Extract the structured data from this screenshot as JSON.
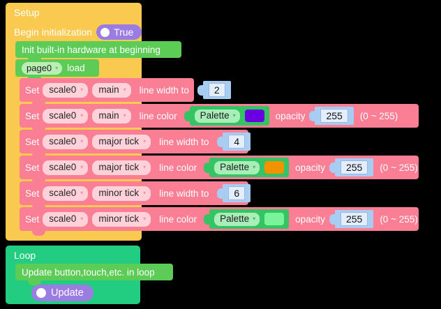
{
  "setup": {
    "title": "Setup",
    "begin_label": "Begin initialization",
    "begin_value": "True",
    "init_block_label": "Init built-in hardware at beginning",
    "page_dropdown": "page0",
    "page_action": "load",
    "rows": [
      {
        "kind": "width",
        "set_label": "Set",
        "target": "scale0",
        "part": "main",
        "property": "line width to",
        "value": "2"
      },
      {
        "kind": "color",
        "set_label": "Set",
        "target": "scale0",
        "part": "main",
        "property": "line color",
        "palette_label": "Palette",
        "swatch_color": "#6a00e0",
        "opacity_label": "opacity",
        "opacity_value": "255",
        "range_hint": "(0 ~ 255)"
      },
      {
        "kind": "width",
        "set_label": "Set",
        "target": "scale0",
        "part": "major tick",
        "property": "line width to",
        "value": "4"
      },
      {
        "kind": "color",
        "set_label": "Set",
        "target": "scale0",
        "part": "major tick",
        "property": "line color",
        "palette_label": "Palette",
        "swatch_color": "#f39200",
        "opacity_label": "opacity",
        "opacity_value": "255",
        "range_hint": "(0 ~ 255)"
      },
      {
        "kind": "width",
        "set_label": "Set",
        "target": "scale0",
        "part": "minor tick",
        "property": "line width to",
        "value": "6"
      },
      {
        "kind": "color",
        "set_label": "Set",
        "target": "scale0",
        "part": "minor tick",
        "property": "line color",
        "palette_label": "Palette",
        "swatch_color": "#79f49b",
        "opacity_label": "opacity",
        "opacity_value": "255",
        "range_hint": "(0 ~ 255)"
      }
    ]
  },
  "loop": {
    "title": "Loop",
    "update_block_label": "Update button,touch,etc. in loop",
    "update_value": "Update"
  },
  "icons": {
    "dropdown_caret": "▾",
    "bullet_dot": "circle-icon"
  },
  "colors": {
    "setup_block": "#fac94f",
    "loop_block": "#22cc81",
    "green_block": "#5ccc56",
    "pink_row": "#fa7f95",
    "purple_oval": "#9b7ce2",
    "number_socket": "#a8cdf2",
    "palette_socket": "#35c463"
  }
}
